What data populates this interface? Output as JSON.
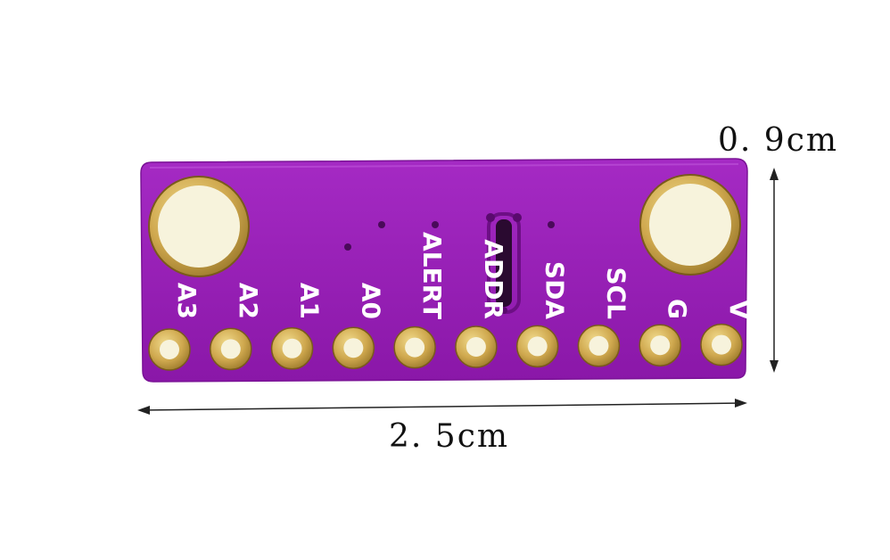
{
  "dimensions": {
    "height_label": "0. 9cm",
    "width_label": "2. 5cm"
  },
  "board": {
    "pcb_color": "#9a1fb8",
    "pad_color": "#c9a64a",
    "pin_labels": [
      "A3",
      "A2",
      "A1",
      "A0",
      "ALERT",
      "ADDR",
      "SDA",
      "SCL",
      "G",
      "V"
    ]
  }
}
